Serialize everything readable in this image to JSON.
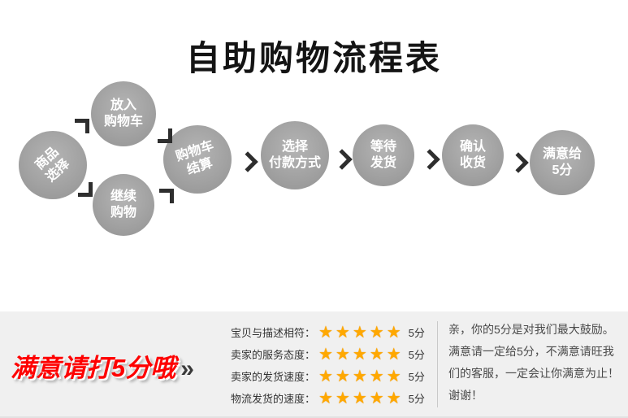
{
  "title": "自助购物流程表",
  "flow": {
    "steps": [
      {
        "text": "商品\n选择"
      },
      {
        "text": "放入\n购物车"
      },
      {
        "text": "继续\n购物"
      },
      {
        "text": "购物车\n结算"
      },
      {
        "text": "选择\n付款方式"
      },
      {
        "text": "等待\n发货"
      },
      {
        "text": "确认\n收货"
      },
      {
        "text": "满意给\n5分"
      }
    ]
  },
  "rating_panel": {
    "headline": "满意请打5分哦",
    "guillemet": "»",
    "rows": [
      {
        "label": "宝贝与描述相符：",
        "stars": "★★★★★",
        "score": "5分"
      },
      {
        "label": "卖家的服务态度：",
        "stars": "★★★★★",
        "score": "5分"
      },
      {
        "label": "卖家的发货速度：",
        "stars": "★★★★★",
        "score": "5分"
      },
      {
        "label": "物流发货的速度：",
        "stars": "★★★★★",
        "score": "5分"
      }
    ],
    "note": "亲，你的5分是对我们最大鼓励。满意请一定给5分，不满意请旺我们的客服，一定会让你满意为止！谢谢！"
  },
  "colors": {
    "circle_gray": "#a2a2a2",
    "star_orange": "#ffa800",
    "headline_red": "#fe0000",
    "panel_bg": "#f0f0f0"
  }
}
